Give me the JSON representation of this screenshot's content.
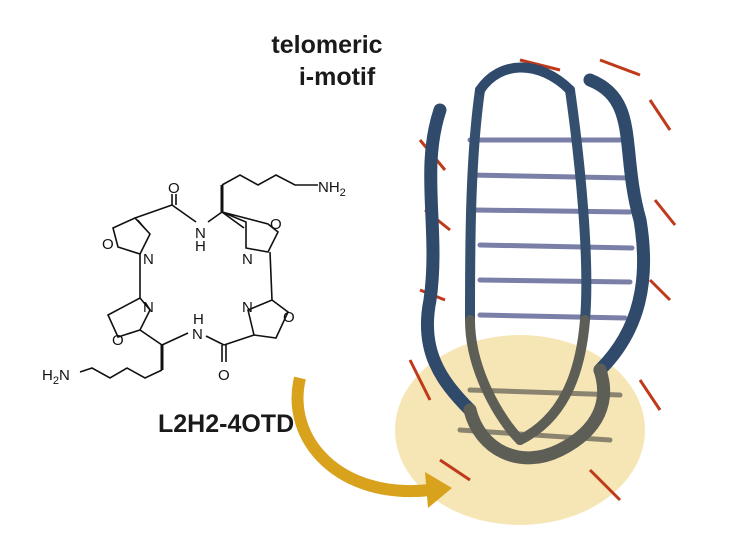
{
  "title": {
    "line1": "telomeric",
    "line2": "i-motif"
  },
  "compound": {
    "name": "L2H2-4OTD"
  },
  "atoms": {
    "O": "O",
    "N": "N",
    "H": "H",
    "NH2": "NH",
    "sub2": "2",
    "H2N_H": "H",
    "H2N_N": "N"
  },
  "colors": {
    "arrow": "#d9a21c",
    "highlight": "#f6e2a8",
    "backbone": "#2f4a6a",
    "phosphate": "#c0391b",
    "base": "#7a7fa8"
  }
}
